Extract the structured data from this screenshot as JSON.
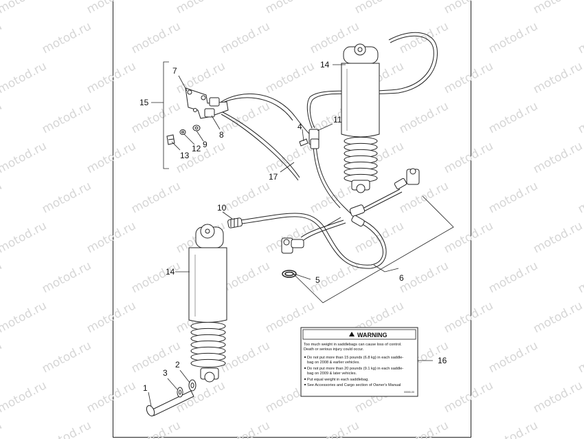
{
  "watermark": "motod.ru",
  "callouts": {
    "c1": "1",
    "c2": "2",
    "c3": "3",
    "c4": "4",
    "c5": "5",
    "c6": "6",
    "c7": "7",
    "c8": "8",
    "c9": "9",
    "c10": "10",
    "c11": "11",
    "c12": "12",
    "c13": "13",
    "c14a": "14",
    "c14b": "14",
    "c15": "15",
    "c16": "16",
    "c17": "17"
  },
  "warning_label": {
    "heading": "WARNING",
    "line1": "Too much weight in saddlebags can cause loss of control.",
    "line2": "Death or serious injury could occur.",
    "line3": "Do not put more than 15 pounds (6.8 kg) in each saddle-",
    "line4": "bag on 2008 & earlier vehicles.",
    "line5": "Do not put more than 20 pounds (9.1 kg) in each saddle-",
    "line6": "bag on 2009 & later vehicles.",
    "line7": "Put equal weight in each saddlebag.",
    "line8": "See Accessories and Cargo section of Owner's Manual",
    "code": "00000-00"
  }
}
